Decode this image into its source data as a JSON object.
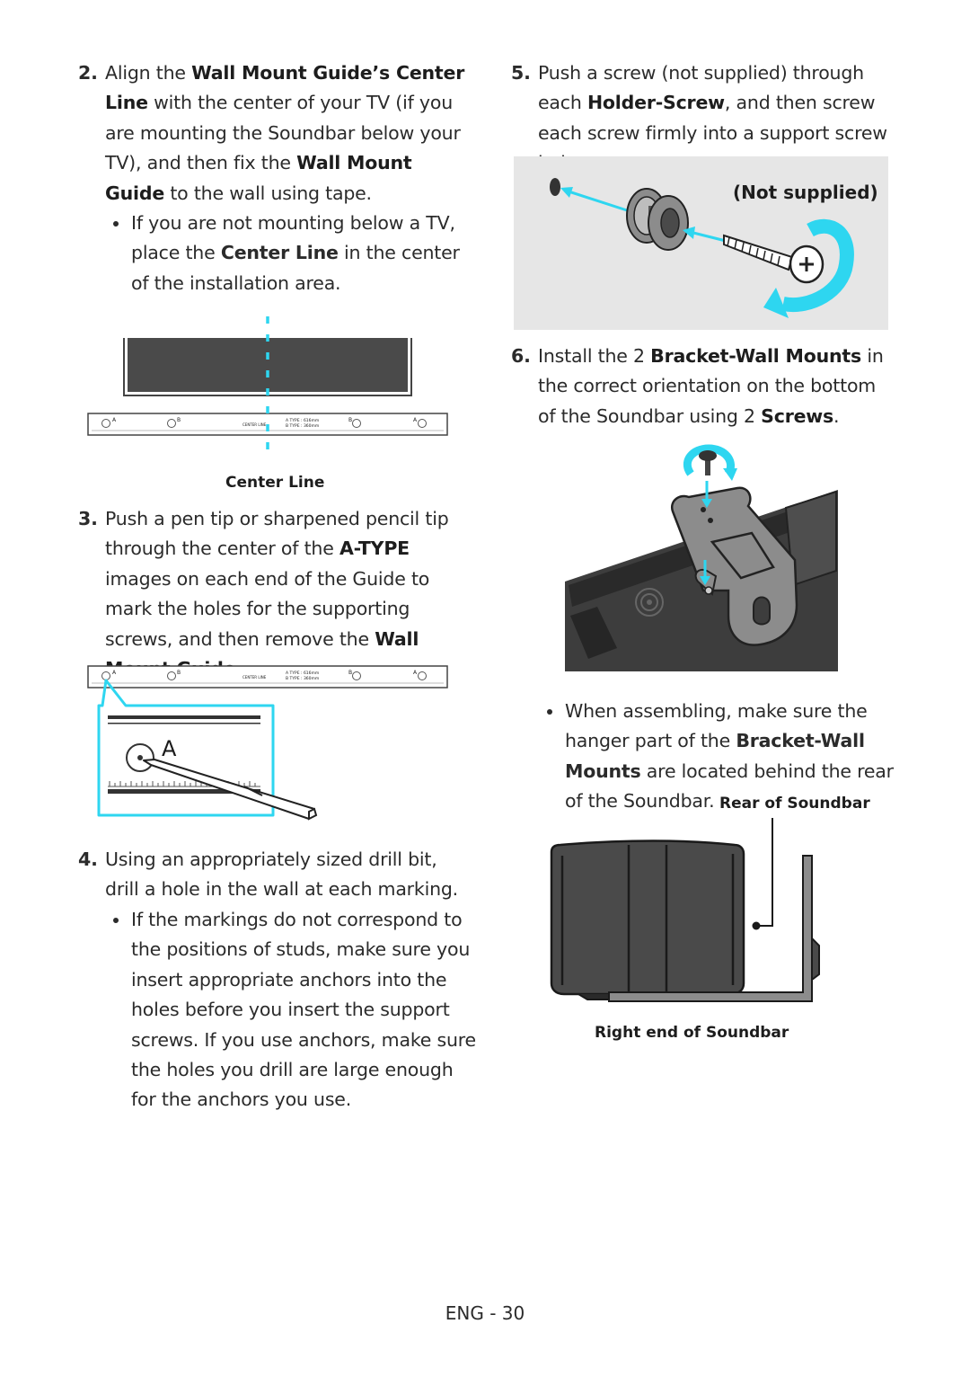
{
  "left": {
    "step2": {
      "num": "2.",
      "t1": "Align the ",
      "b1": "Wall Mount Guide’s Center Line",
      "t2": " with the center of your TV (if you are mounting the Soundbar below your TV), and then fix the ",
      "b2": "Wall Mount Guide",
      "t3": " to the wall using tape."
    },
    "step2_bullet": {
      "t1": "If you are not mounting below a TV, place the ",
      "b1": "Center Line",
      "t2": " in the center of the installation area."
    },
    "center_line_caption": "Center Line",
    "step3": {
      "num": "3.",
      "t1": "Push a pen tip or sharpened pencil tip through the center of the ",
      "b1": "A-TYPE",
      "t2": " images on each end of the Guide to mark the holes for the supporting screws, and then remove the ",
      "b2": "Wall Mount Guide",
      "t3": "."
    },
    "zoom_letter": "A",
    "step4": {
      "num": "4.",
      "t1": "Using an appropriately sized drill bit, drill a hole in the wall at each marking."
    },
    "step4_bullet": {
      "t1": "If the markings do not correspond to the positions of studs, make sure you insert appropriate anchors into the holes before you insert the support screws. If you use anchors, make sure the holes you drill are large enough for the anchors you use."
    }
  },
  "guide_strip": {
    "label_a": "A",
    "label_b": "B",
    "center": "CENTER LINE",
    "a_type": "A TYPE : 616mm",
    "b_type": "B TYPE : 360mm"
  },
  "right": {
    "step5": {
      "num": "5.",
      "t1": "Push a screw (not supplied) through each ",
      "b1": "Holder-Screw",
      "t2": ", and then screw each screw firmly into a support screw hole."
    },
    "not_supplied": "(Not supplied)",
    "step6": {
      "num": "6.",
      "t1": "Install the 2 ",
      "b1": "Bracket-Wall Mounts",
      "t2": " in the correct orientation on the bottom of the Soundbar using 2 ",
      "b2": "Screws",
      "t3": "."
    },
    "step6_bullet": {
      "t1": "When assembling, make sure the hanger part of the ",
      "b1": "Bracket-Wall Mounts",
      "t2": " are located behind the rear of the Soundbar."
    },
    "rear_caption": "Rear of Soundbar",
    "right_end_caption": "Right end of Soundbar"
  },
  "footer": {
    "page": "ENG - 30"
  },
  "colors": {
    "accent_cyan": "#2ed6f0",
    "bracket_gray": "#8c8c8c",
    "panel_gray": "#e6e6e6",
    "dark_bar": "#4a4a4a"
  }
}
